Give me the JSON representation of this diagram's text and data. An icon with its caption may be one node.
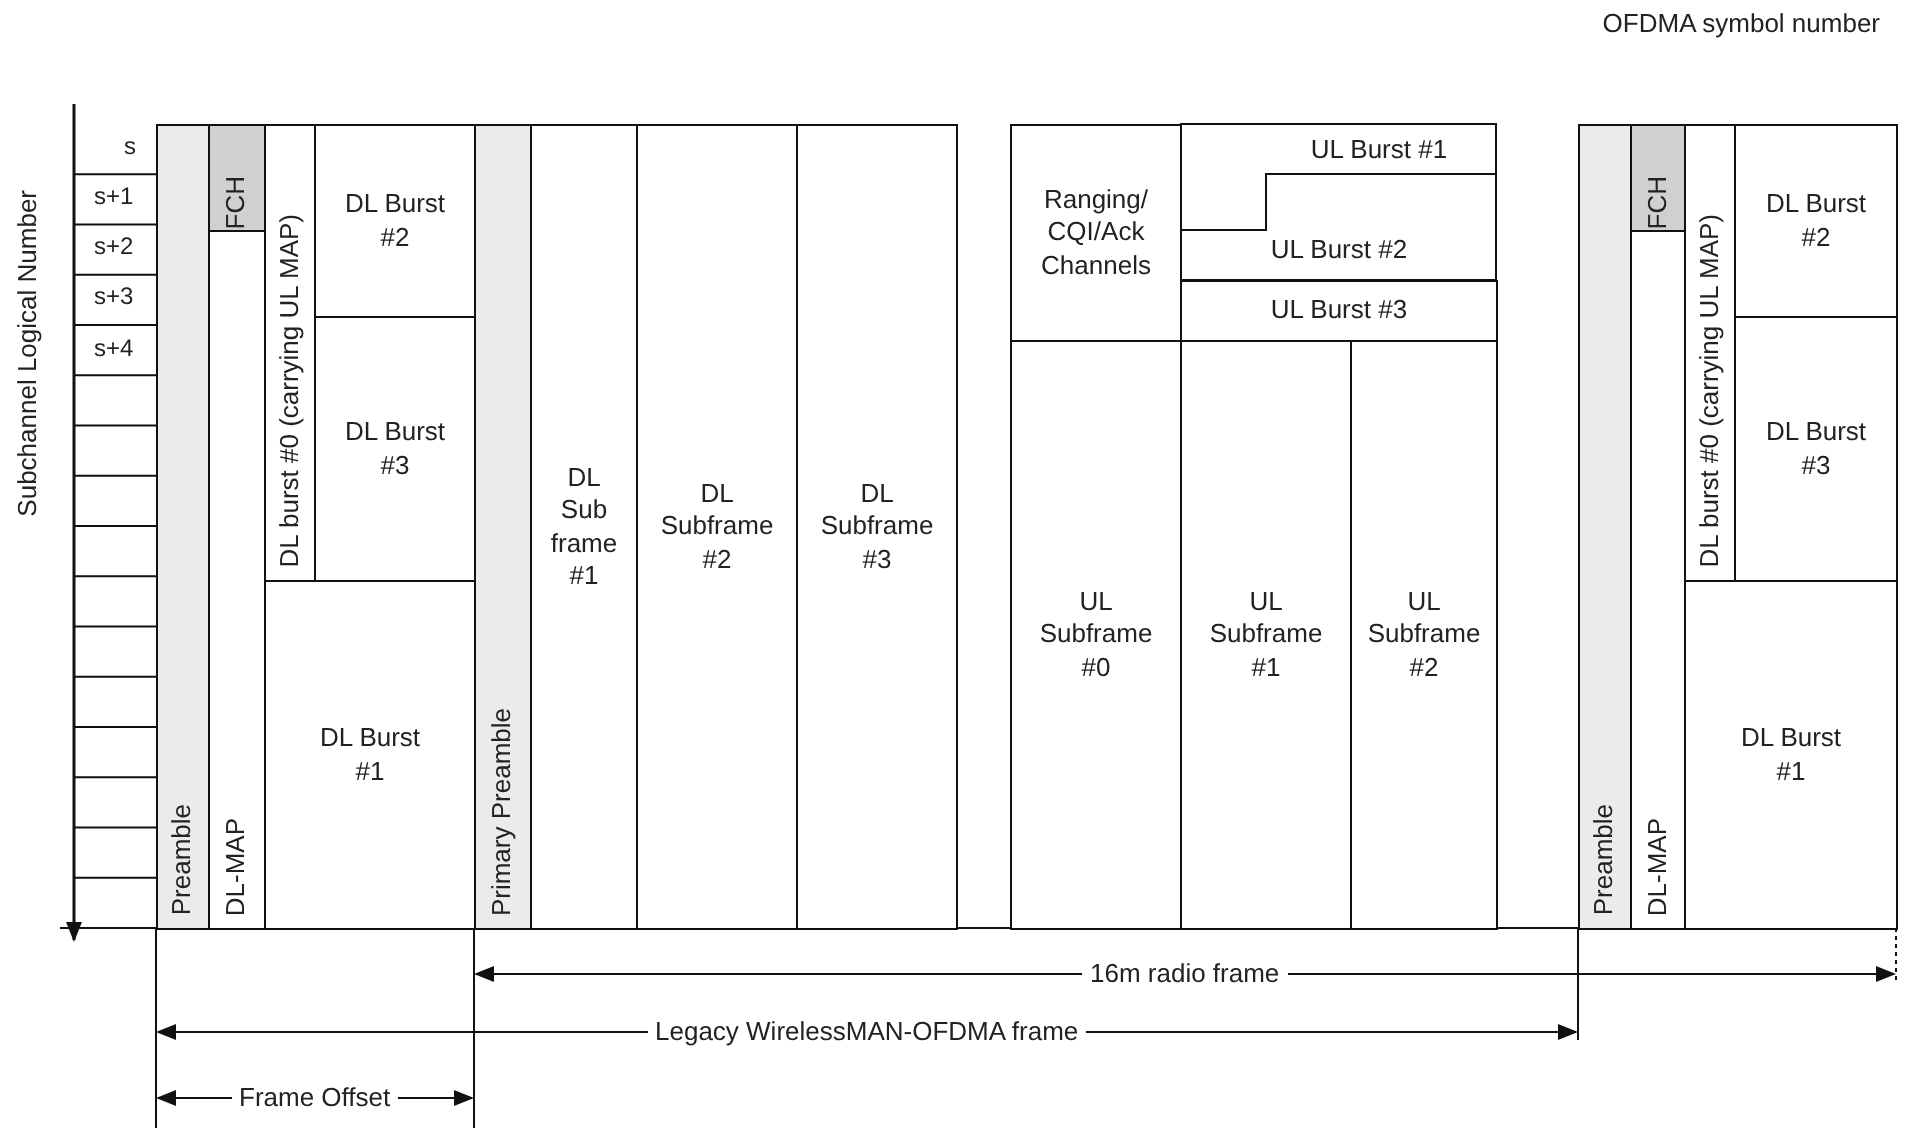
{
  "diagram": {
    "nodes": [
      {
        "text": [
          "Preamble"
        ]
      },
      {
        "text": [
          "FCH"
        ]
      },
      {
        "text": [
          "DL-MAP"
        ]
      },
      {
        "text": [
          "DL burst #0 (carrying UL MAP)"
        ]
      },
      {
        "text": [
          "DL Burst #2"
        ]
      },
      {
        "text": [
          "DL Burst #3"
        ]
      },
      {
        "text": [
          "DL Burst #1"
        ]
      },
      {
        "text": [
          "Primary Preamble"
        ]
      },
      {
        "text": [
          "DL Sub frame #1"
        ]
      },
      {
        "text": [
          "DL Subframe #2"
        ]
      },
      {
        "text": [
          "DL Subframe #3"
        ]
      },
      {
        "text": [
          "Ranging/ CQI/Ack Channels"
        ]
      },
      {
        "text": [
          "UL Burst #1"
        ]
      },
      {
        "text": [
          "UL Burst #2"
        ]
      },
      {
        "text": [
          "UL Burst #3"
        ]
      },
      {
        "text": [
          "UL Subframe #0"
        ]
      },
      {
        "text": [
          "UL Subframe #1"
        ]
      },
      {
        "text": [
          "UL Subframe #2"
        ]
      },
      {
        "text": [
          "Preamble"
        ]
      },
      {
        "text": [
          "FCH"
        ]
      },
      {
        "text": [
          "DL-MAP"
        ]
      },
      {
        "text": [
          "DL burst #0 (carrying UL MAP)"
        ]
      },
      {
        "text": [
          "DL Burst #2"
        ]
      },
      {
        "text": [
          "DL Burst #3"
        ]
      },
      {
        "text": [
          "DL Burst #1"
        ]
      }
    ],
    "labels": [
      "OFDMA symbol number",
      "Subchannel Logical Number",
      "s",
      "s+1",
      "s+2",
      "s+3",
      "s+4",
      "16m radio frame",
      "Legacy WirelessMAN-OFDMA frame",
      "Frame Offset"
    ]
  }
}
